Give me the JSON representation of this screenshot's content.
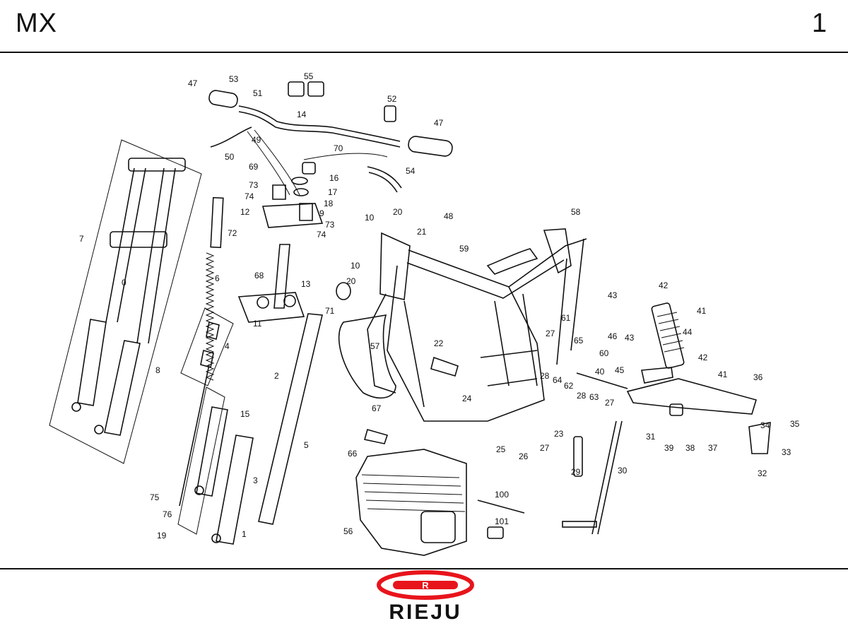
{
  "header": {
    "title": "MX",
    "page_number": "1"
  },
  "brand": {
    "name": "RIEJU",
    "logo_letter": "R",
    "logo_color": "#e8141c"
  },
  "callouts": [
    "47",
    "53",
    "55",
    "51",
    "14",
    "52",
    "47",
    "49",
    "50",
    "69",
    "70",
    "16",
    "54",
    "73",
    "17",
    "74",
    "18",
    "12",
    "9",
    "73",
    "74",
    "72",
    "10",
    "20",
    "48",
    "58",
    "21",
    "59",
    "7",
    "6",
    "68",
    "13",
    "10",
    "20",
    "0",
    "71",
    "11",
    "42",
    "43",
    "41",
    "4",
    "57",
    "44",
    "22",
    "27",
    "61",
    "65",
    "46",
    "43",
    "60",
    "8",
    "2",
    "45",
    "42",
    "41",
    "40",
    "28",
    "64",
    "36",
    "62",
    "28",
    "63",
    "24",
    "27",
    "15",
    "67",
    "5",
    "23",
    "35",
    "34",
    "31",
    "33",
    "66",
    "25",
    "27",
    "26",
    "39",
    "38",
    "37",
    "32",
    "29",
    "30",
    "3",
    "75",
    "76",
    "19",
    "1",
    "100",
    "56",
    "101"
  ]
}
